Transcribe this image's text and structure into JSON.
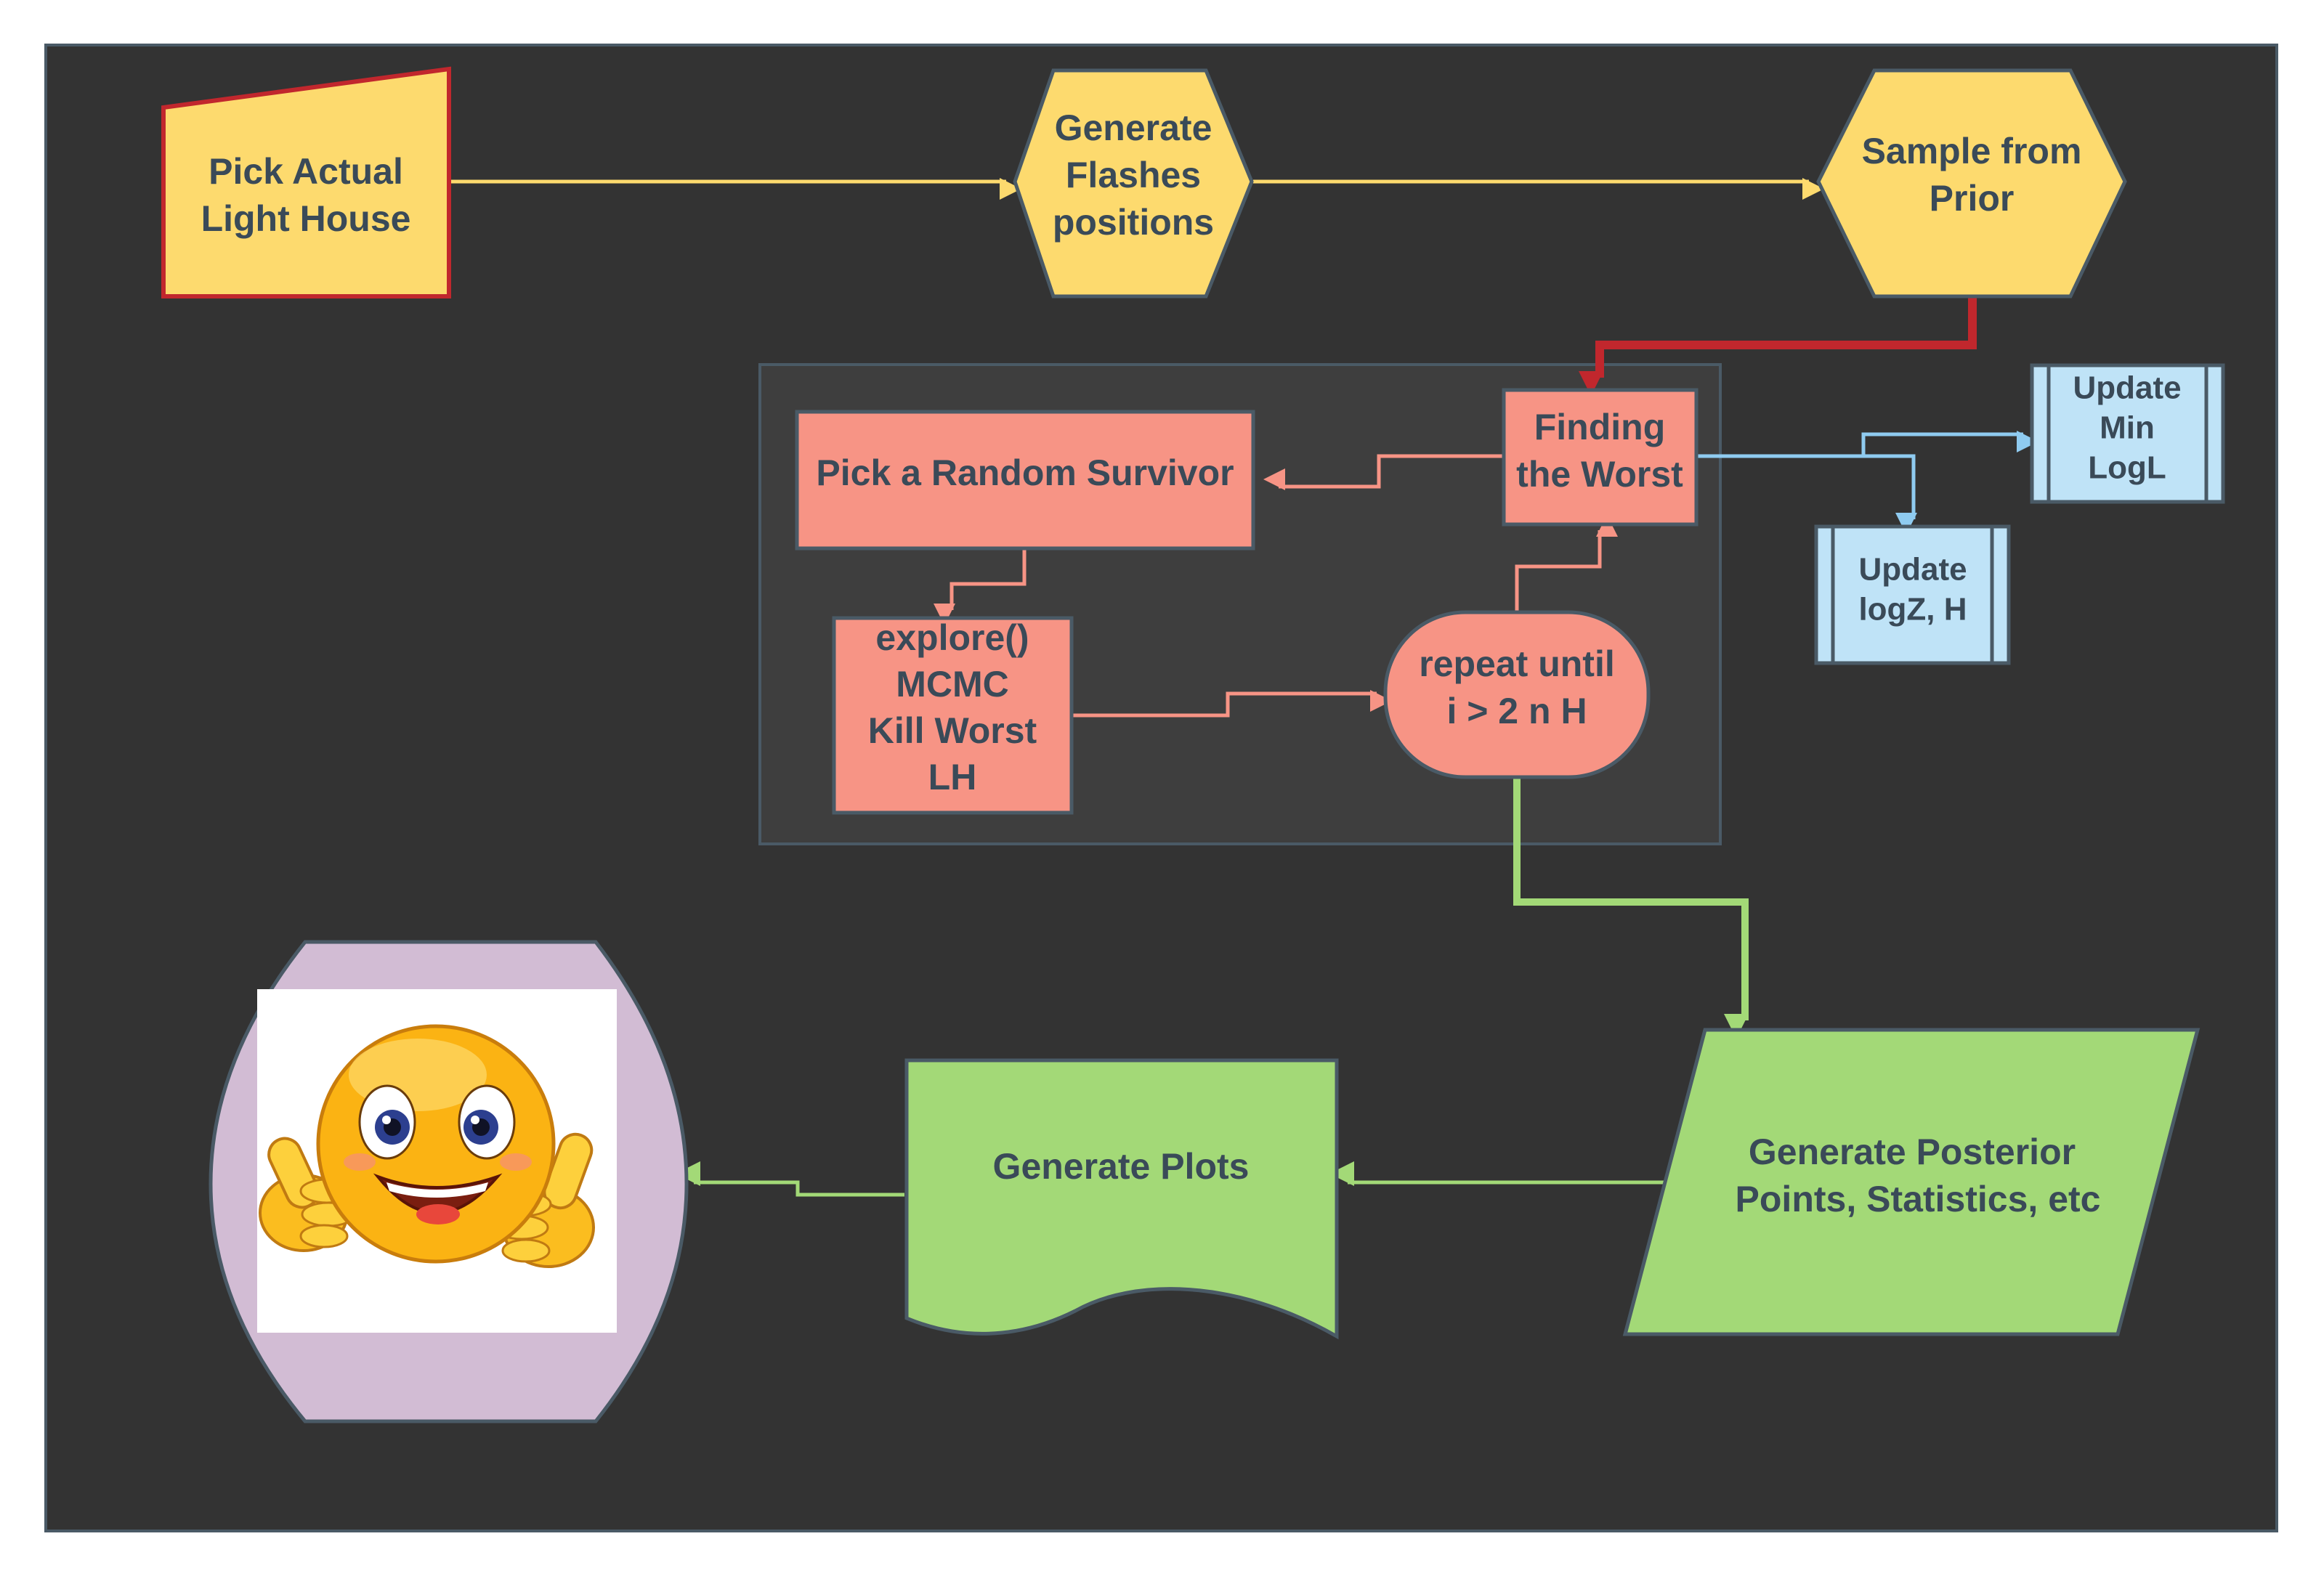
{
  "colors": {
    "canvas": "#333333",
    "yellow": "#fdda6e",
    "salmon": "#f79485",
    "blue": "#bfe3f7",
    "green": "#a3d977",
    "lilac": "#d2bcd4",
    "red": "#c1272d",
    "text": "#3a4a58"
  },
  "nodes": {
    "pick_lighthouse": [
      "Pick Actual",
      "Light House"
    ],
    "generate_flashes": [
      "Generate",
      "Flashes",
      "positions"
    ],
    "sample_prior": [
      "Sample from",
      "Prior"
    ],
    "finding_worst": [
      "Finding",
      "the Worst"
    ],
    "pick_survivor": [
      "Pick a Random Survivor"
    ],
    "explore": [
      "explore()",
      "MCMC",
      "Kill Worst",
      "LH"
    ],
    "repeat_until": [
      "repeat until",
      "i > 2 n H"
    ],
    "update_min_logl": [
      "Update",
      "Min",
      "LogL"
    ],
    "update_logz": [
      "Update",
      "logZ, H"
    ],
    "generate_posterior": [
      "Generate Posterior",
      "Points, Statistics, etc"
    ],
    "generate_plots": [
      "Generate Plots"
    ]
  },
  "icons": {
    "result_image": "smiley-thumbs-up-icon"
  }
}
